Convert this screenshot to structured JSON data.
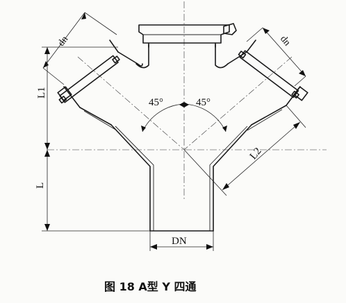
{
  "figure": {
    "caption": "图 18 A型 Y 四通"
  },
  "labels": {
    "dn_left": "dn",
    "dn_right": "dn",
    "angle_left": "45°",
    "angle_right": "45°",
    "L1": "L1",
    "L2": "L2",
    "L": "L",
    "DN": "DN"
  },
  "colors": {
    "ink": "#1a1a1a",
    "paper": "#fbfbf9"
  }
}
